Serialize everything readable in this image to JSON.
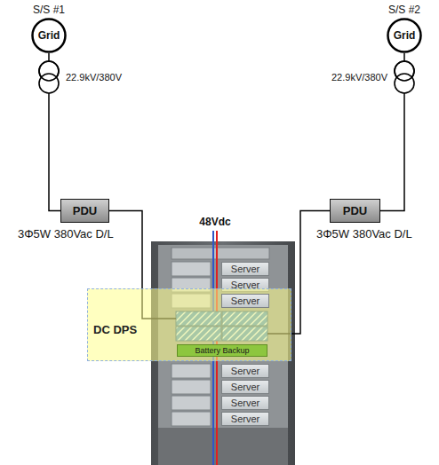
{
  "diagram": {
    "nodes": [
      {
        "text": [
          "S/S #1",
          "Grid"
        ]
      },
      {
        "text": [
          "S/S #2",
          "Grid"
        ]
      },
      {
        "text": [
          "PDU"
        ]
      },
      {
        "text": [
          "PDU"
        ]
      },
      {
        "text": [
          "Server"
        ]
      },
      {
        "text": [
          "Server"
        ]
      },
      {
        "text": [
          "Server"
        ]
      },
      {
        "text": [
          "DC DPS"
        ]
      },
      {
        "text": [
          "Battery Backup"
        ],
        "in": 7
      },
      {
        "text": [
          "Server"
        ]
      },
      {
        "text": [
          "Server"
        ]
      },
      {
        "text": [
          "Server"
        ]
      },
      {
        "text": [
          "Server"
        ]
      }
    ],
    "edges": [
      {
        "from": 0,
        "to": 2,
        "arrow": "none"
      },
      {
        "from": 1,
        "to": 3,
        "arrow": "none"
      },
      {
        "from": 2,
        "to": 7,
        "arrow": "none"
      },
      {
        "from": 3,
        "to": 7,
        "arrow": "none"
      }
    ],
    "labels": [
      "22.9kV/380V",
      "22.9kV/380V",
      "3Φ5W 380Vac D/L",
      "3Φ5W 380Vac D/L",
      "48Vdc"
    ]
  }
}
